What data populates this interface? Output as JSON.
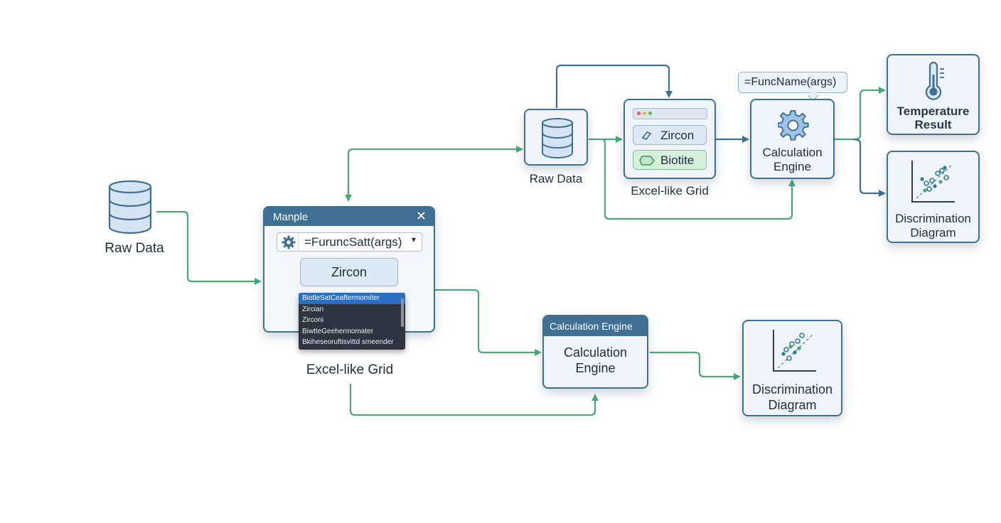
{
  "nodes": {
    "raw_data_left": "Raw Data",
    "raw_data_top": "Raw Data",
    "grid_window": {
      "title": "Manple",
      "close_icon": "✕",
      "formula": "=FuruncSatt(args)",
      "selected_mineral": "Zircon",
      "dropdown_items": [
        "BiotleSatCeaftermomiter",
        "Zircian",
        "Zirconi",
        "BiwtteGeehermomater",
        "Bkiheseoruftisvittd smeender"
      ],
      "caption": "Excel-like Grid"
    },
    "grid_top": {
      "chip_zircon": "Zircon",
      "chip_biotite": "Biotite",
      "caption": "Excel-like Grid"
    },
    "calc_top": {
      "line1": "Calculation",
      "line2": "Engine",
      "tooltip": "=FuncName(args)"
    },
    "calc_bottom": {
      "header": "Calculation Engine",
      "line1": "Calculation",
      "line2": "Engine"
    },
    "temperature": {
      "line1": "Temperature",
      "line2": "Result"
    },
    "discrim_top": {
      "line1": "Discrimination",
      "line2": "Diagram"
    },
    "discrim_bottom": {
      "line1": "Discrimination",
      "line2": "Diagram"
    }
  },
  "colors": {
    "arrow_green": "#4aa876",
    "arrow_blue": "#3f6f92",
    "card_border": "#3f6f92",
    "card_fill": "#eef4fa",
    "biotite_fill": "#d7f0dc"
  }
}
